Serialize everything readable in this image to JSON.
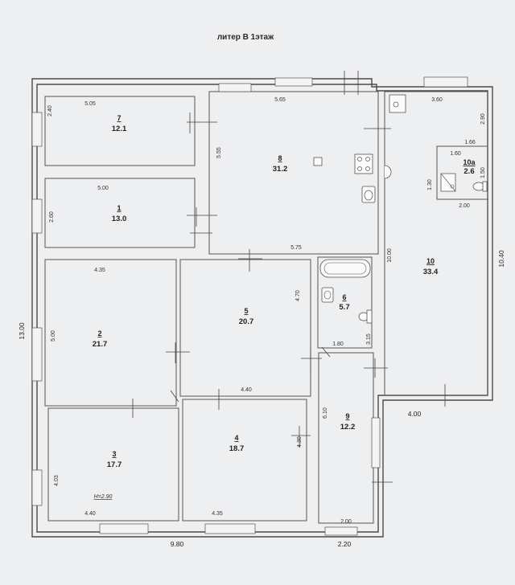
{
  "title": "литер В    1этаж",
  "rooms": [
    {
      "id": "7",
      "number": "7",
      "area": "12.1",
      "dims": [
        "5.05",
        "2.40"
      ]
    },
    {
      "id": "1",
      "number": "1",
      "area": "13.0",
      "dims": [
        "5.00",
        "2.60"
      ]
    },
    {
      "id": "8",
      "number": "8",
      "area": "31.2",
      "dims": [
        "5.65",
        "5.55",
        "5.75"
      ]
    },
    {
      "id": "10",
      "number": "10",
      "area": "33.4",
      "dims": [
        "3.60",
        "2.90",
        "10.00",
        "4.00"
      ]
    },
    {
      "id": "10a",
      "number": "10a",
      "area": "2.6",
      "dims": [
        "1.66",
        "1.60",
        "1.50",
        "1.30",
        "2.00"
      ]
    },
    {
      "id": "2",
      "number": "2",
      "area": "21.7",
      "dims": [
        "4.35",
        "5.00"
      ]
    },
    {
      "id": "5",
      "number": "5",
      "area": "20.7",
      "dims": [
        "4.70",
        "4.40"
      ]
    },
    {
      "id": "6",
      "number": "6",
      "area": "5.7",
      "dims": [
        "1.80",
        "3.15"
      ]
    },
    {
      "id": "3",
      "number": "3",
      "area": "17.7",
      "dims": [
        "4.03",
        "4.40"
      ]
    },
    {
      "id": "4",
      "number": "4",
      "area": "18.7",
      "dims": [
        "4.30",
        "4.35"
      ]
    },
    {
      "id": "9",
      "number": "9",
      "area": "12.2",
      "dims": [
        "6.10",
        "2.00"
      ]
    }
  ],
  "overall_dims": {
    "left": "13.00",
    "right": "10.40",
    "bottom_left": "9.80",
    "bottom_right": "2.20"
  },
  "height_note": "H=2.90"
}
